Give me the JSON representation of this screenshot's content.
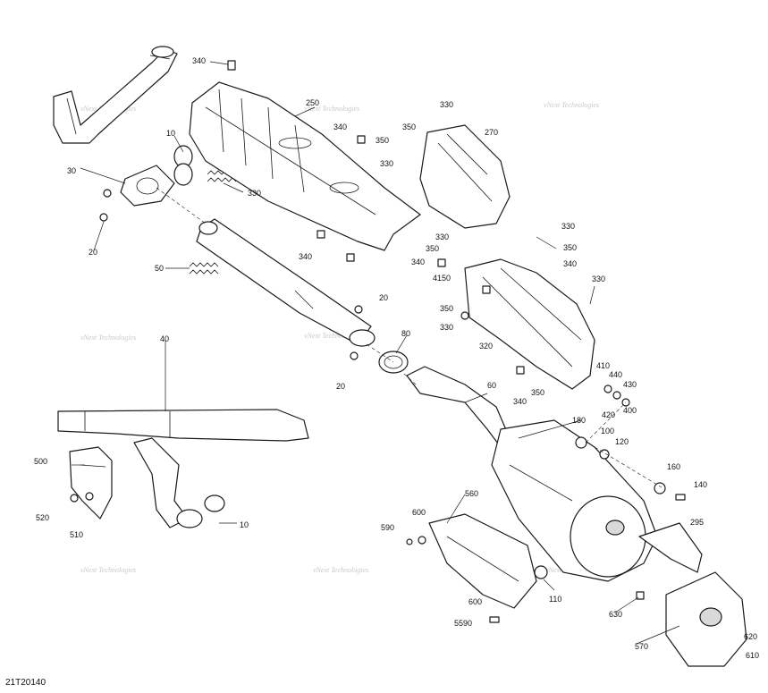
{
  "diagram": {
    "id": "21T20140",
    "watermark": "vNext Technologies",
    "callouts": [
      "340",
      "250",
      "330",
      "270",
      "350",
      "340",
      "350",
      "330",
      "10",
      "30",
      "330",
      "20",
      "330",
      "340",
      "350",
      "50",
      "20",
      "330",
      "350",
      "340",
      "340",
      "4150",
      "350",
      "330",
      "330",
      "40",
      "80",
      "20",
      "320",
      "60",
      "410",
      "440",
      "350",
      "430",
      "420",
      "340",
      "400",
      "180",
      "100",
      "120",
      "500",
      "160",
      "140",
      "520",
      "510",
      "10",
      "560",
      "600",
      "590",
      "295",
      "110",
      "600",
      "630",
      "5590",
      "570",
      "620",
      "610"
    ]
  }
}
